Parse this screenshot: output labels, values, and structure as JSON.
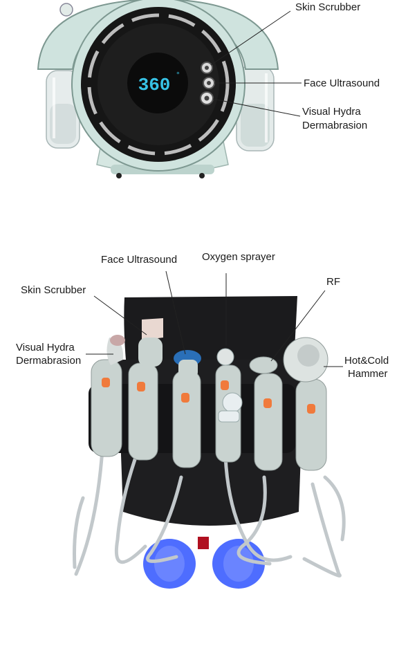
{
  "top_figure": {
    "display_readout": "360",
    "display_degree": "°",
    "labels": {
      "skin_scrubber": "Skin Scrubber",
      "face_ultrasound": "Face Ultrasound",
      "visual_hydra_1": "Visual Hydra",
      "visual_hydra_2": "Dermabrasion"
    }
  },
  "bottom_figure": {
    "labels": {
      "face_ultrasound": "Face Ultrasound",
      "oxygen_sprayer": "Oxygen sprayer",
      "skin_scrubber": "Skin Scrubber",
      "rf": "RF",
      "visual_hydra_1": "Visual Hydra",
      "visual_hydra_2": "Dermabrasion",
      "hot_cold_1": "Hot&Cold",
      "hot_cold_2": "Hammer"
    }
  },
  "colors": {
    "machine_shell": "#cfe3de",
    "machine_face": "#111111",
    "display_text": "#37c3e6",
    "handpiece": "#c9d3d0",
    "button_accent": "#f07a3c",
    "panel_dark": "#1b1b1d",
    "led_blue": "#2f54ff"
  }
}
